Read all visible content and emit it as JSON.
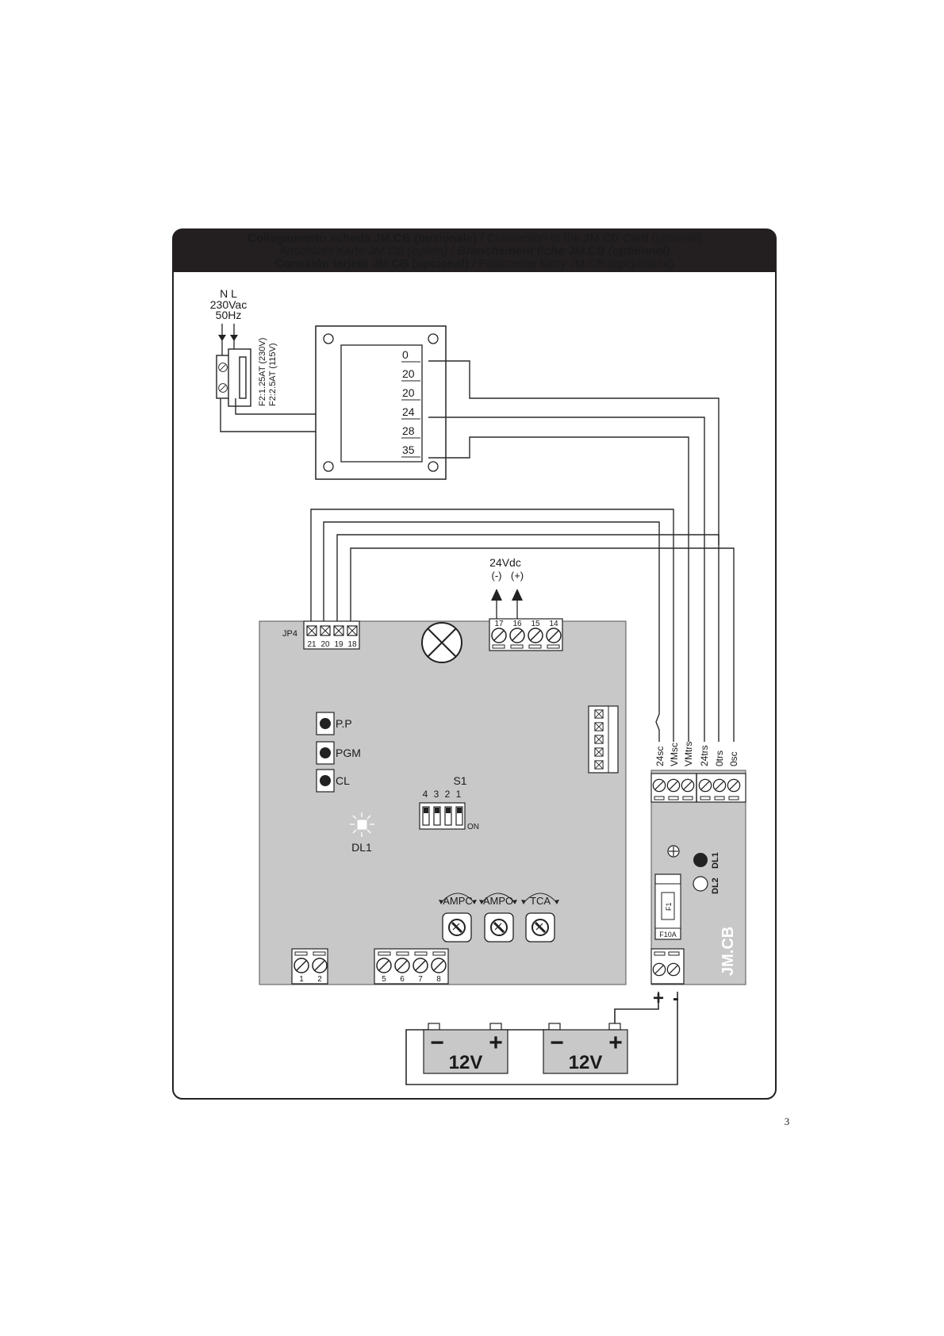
{
  "header": {
    "line1_bold": "Collegamento scheda JM.CB (opzionale) /",
    "line1_regular": " Connection to the JM.CB Card (optional)",
    "line2_italic": "Anschluss Karte JM.CB (option) /",
    "line2_bold_italic": " Branchement fiche JM.CB (optionnel)",
    "line3_bold": "Conexión tarjeta JM.CB (opcional) /",
    "line3_regular": " Połączenie karty JM.CB (opcjonalna)"
  },
  "mains": {
    "phases": "N   L",
    "voltage": "230Vac",
    "frequency": "50Hz"
  },
  "fuse_labels": {
    "f1": "F2:1.25AT (230V)",
    "f2": "F2:2.5AT (115V)"
  },
  "transformer_taps": [
    "0",
    "20",
    "20",
    "24",
    "28",
    "35"
  ],
  "supply_24vdc": {
    "label": "24Vdc",
    "minus": "(-)",
    "plus": "(+)"
  },
  "terminals_top": [
    "17",
    "16",
    "15",
    "14"
  ],
  "jp4": {
    "label": "JP4",
    "pins": [
      "21",
      "20",
      "19",
      "18"
    ]
  },
  "buttons": [
    "P.P",
    "PGM",
    "CL"
  ],
  "dip_switch": {
    "name": "S1",
    "numbers": [
      "4",
      "3",
      "2",
      "1"
    ],
    "on_label": "ON"
  },
  "led_main": "DL1",
  "trimmers": [
    "AMPC",
    "AMPO",
    "TCA"
  ],
  "terminals_bottom_left": [
    "1",
    "2"
  ],
  "terminals_bottom_right": [
    "5",
    "6",
    "7",
    "8"
  ],
  "jmcb": {
    "title": "JM.CB",
    "inputs": [
      "24sc",
      "VMsc",
      "VMtrs",
      "24trs",
      "0trs",
      "0sc"
    ],
    "led1": "DL1",
    "led2": "DL2",
    "fuse_name": "F1",
    "fuse_rating": "F10A",
    "output_plus": "+",
    "output_minus": "-"
  },
  "batteries": [
    {
      "voltage": "12V",
      "minus": "−",
      "plus": "+"
    },
    {
      "voltage": "12V",
      "minus": "−",
      "plus": "+"
    }
  ],
  "page_number": "3"
}
